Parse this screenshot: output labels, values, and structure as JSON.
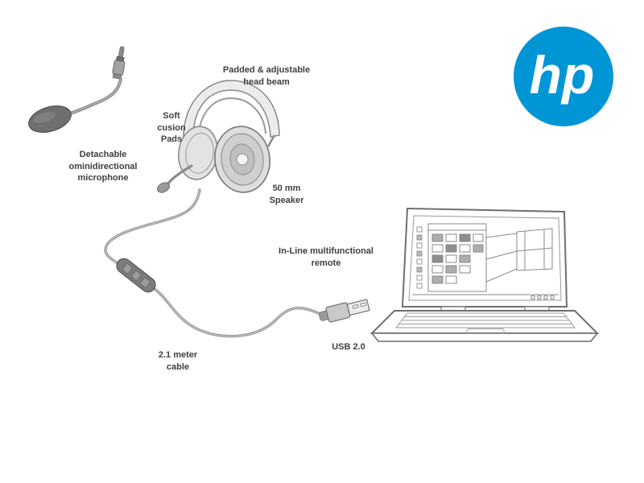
{
  "page": {
    "background_color": "#ffffff"
  },
  "logo": {
    "text": "hp",
    "circle_color": "#0096d6",
    "text_color": "#ffffff"
  },
  "diagram": {
    "label_color": "#3f3f3f",
    "labels": {
      "head_beam": "Padded & adjustable\nhead beam",
      "cushion_pads": "Soft\ncusion\nPads",
      "detachable_mic": "Detachable\nominidirectional\nmicrophone",
      "speaker": "50 mm\nSpeaker",
      "inline_remote": "In-Line multifunctional\nremote",
      "cable": "2.1 meter\ncable",
      "usb": "USB 2.0"
    }
  }
}
